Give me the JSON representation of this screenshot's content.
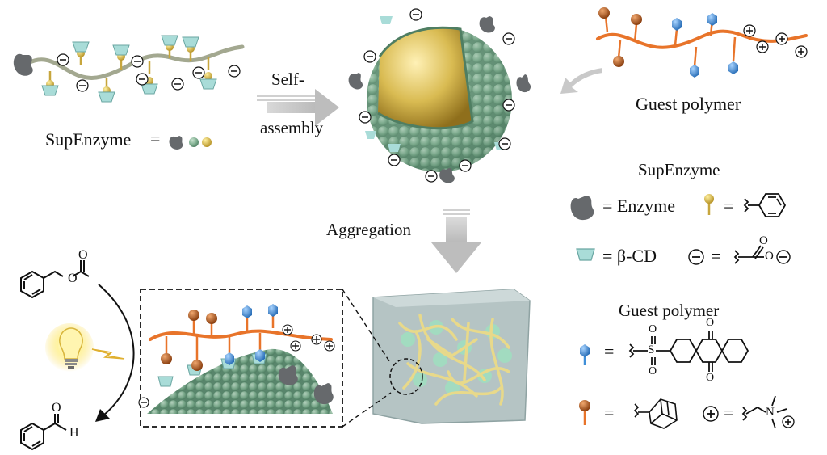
{
  "labels": {
    "supenzyme_eq": "SupEnzyme",
    "eq_sign": "=",
    "self_assembly_1": "Self-",
    "self_assembly_2": "assembly",
    "guest_polymer": "Guest polymer",
    "aggregation": "Aggregation"
  },
  "legend": {
    "title_supenzyme": "SupEnzyme",
    "enzyme": "= Enzyme",
    "eq": "=",
    "beta_cd": "= β-CD",
    "title_guest": "Guest polymer",
    "sulfonyl_s": "S",
    "oxygen": "O",
    "nitrogen": "N",
    "plus": "+",
    "minus": "−"
  },
  "reaction": {
    "oxygen": "O",
    "hydrogen": "H"
  },
  "colors": {
    "backbone_orange": "#e8742a",
    "backbone_grey": "#a3a890",
    "bead_green": "#7fae90",
    "core_gold": "#d9bb52",
    "cd_teal": "#a9dcd8",
    "adamantane_brown": "#b65a1e",
    "anthraquinone_blue": "#3f8fd8",
    "enzyme_grey": "#66696c",
    "gel_cube": "#b5c4c4",
    "legend_bg": "#ececec"
  }
}
